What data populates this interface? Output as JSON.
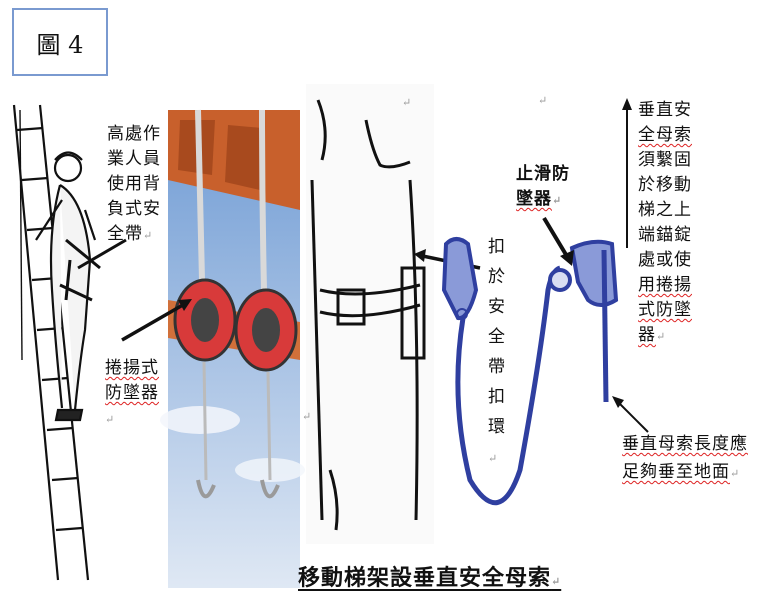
{
  "figure_label": "圖 4",
  "labels": {
    "worker_lines": [
      "高處作",
      "業人員",
      "使用背",
      "負式安",
      "全帶"
    ],
    "retract_lines": [
      "捲揚式",
      "防墜器"
    ],
    "clip_lines": [
      "扣",
      "於",
      "安",
      "全",
      "帶",
      "扣",
      "環"
    ],
    "antislip_lines": [
      "止滑防",
      "墜器"
    ],
    "lifeline_lines": [
      "垂直安",
      "全母索",
      "須繫固",
      "於移動",
      "梯之上",
      "端錨錠",
      "處或使",
      "用捲揚",
      "式防墜",
      "器"
    ],
    "length_lines": [
      "垂直母索長度應",
      "足夠垂至地面"
    ]
  },
  "caption": "移動梯架設垂直安全母索",
  "paragraph_mark": "↵",
  "colors": {
    "frame_border": "#7a9ad0",
    "sky_top": "#7fa8d8",
    "sky_bottom": "#d8e4f2",
    "beam": "#c8602c",
    "device_red": "#d83a3a",
    "lanyard_blue": "#2f3fa0",
    "spell_underline": "#d22222"
  }
}
